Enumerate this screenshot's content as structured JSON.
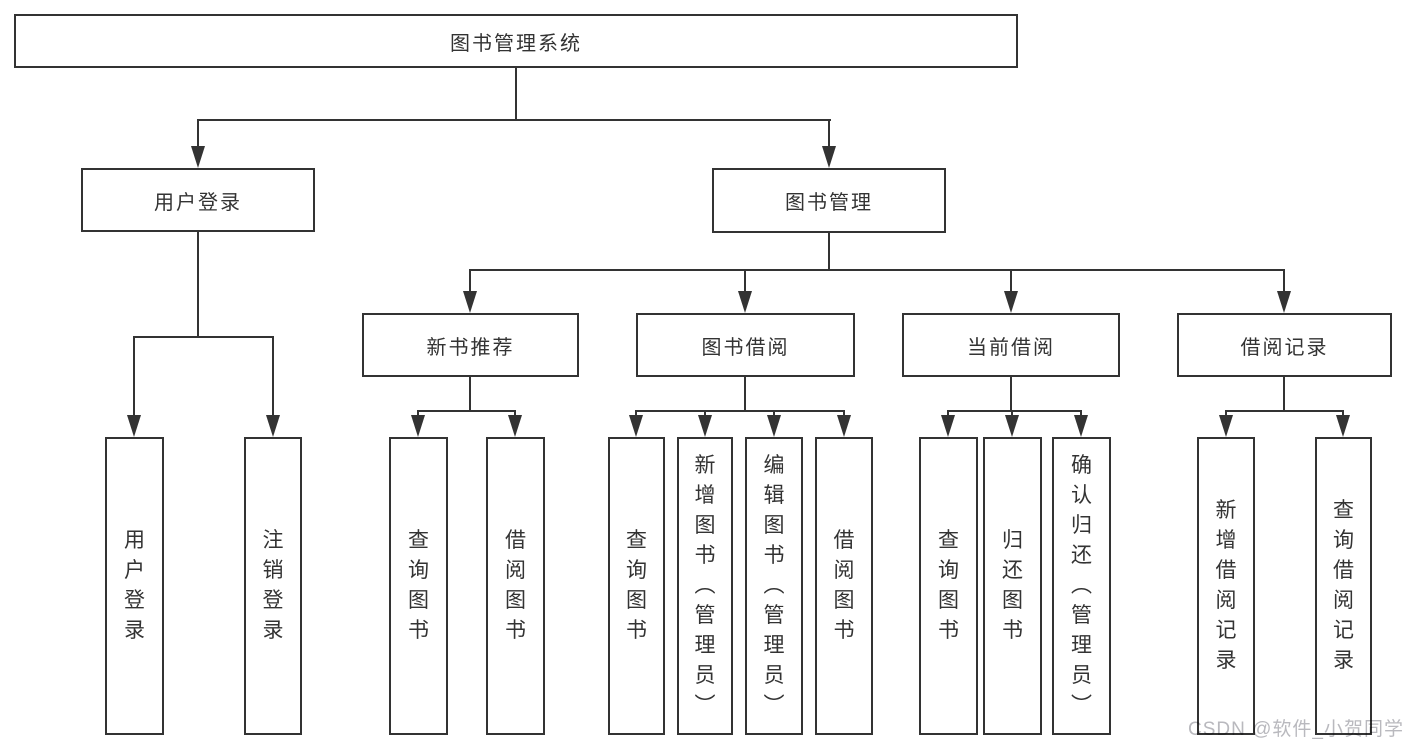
{
  "diagram": {
    "title": "图书管理系统",
    "type_hint": "hierarchy-tree",
    "colors": {
      "line": "#333333",
      "text": "#333333",
      "background": "#ffffff",
      "watermark": "#b9b9be"
    }
  },
  "tree": {
    "label": "图书管理系统",
    "children": [
      {
        "label": "用户登录",
        "children": [
          {
            "label": "用户登录"
          },
          {
            "label": "注销登录"
          }
        ]
      },
      {
        "label": "图书管理",
        "children": [
          {
            "label": "新书推荐",
            "children": [
              {
                "label": "查询图书"
              },
              {
                "label": "借阅图书"
              }
            ]
          },
          {
            "label": "图书借阅",
            "children": [
              {
                "label": "查询图书"
              },
              {
                "label": "新增图书（管理员）"
              },
              {
                "label": "编辑图书（管理员）"
              },
              {
                "label": "借阅图书"
              }
            ]
          },
          {
            "label": "当前借阅",
            "children": [
              {
                "label": "查询图书"
              },
              {
                "label": "归还图书"
              },
              {
                "label": "确认归还（管理员）"
              }
            ]
          },
          {
            "label": "借阅记录",
            "children": [
              {
                "label": "新增借阅记录"
              },
              {
                "label": "查询借阅记录"
              }
            ]
          }
        ]
      }
    ]
  },
  "watermark": {
    "text": "CSDN @软件_小贺同学"
  }
}
